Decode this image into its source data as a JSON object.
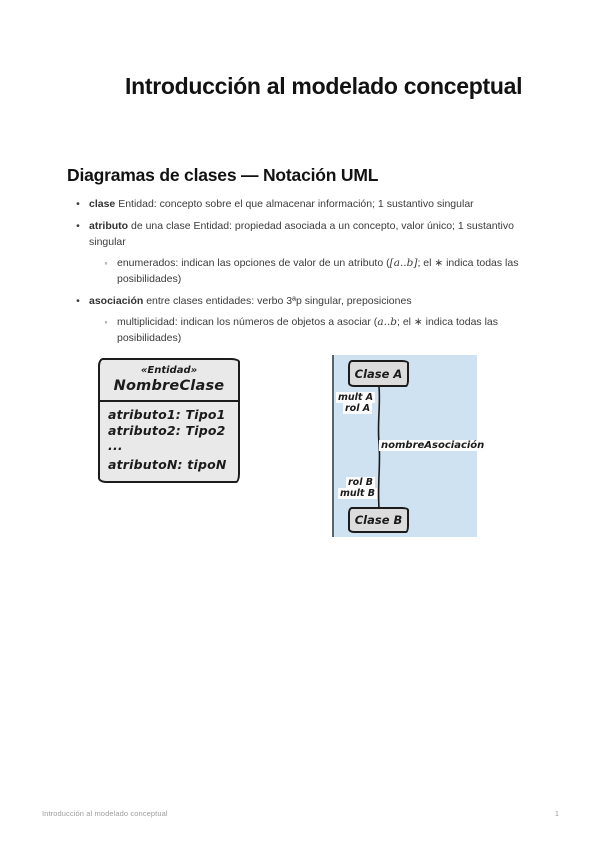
{
  "title": "Introducción al modelado conceptual",
  "section": {
    "heading": "Diagramas de clases — Notación UML",
    "bullets": {
      "clase": {
        "lead": "clase",
        "text": " Entidad: concepto sobre el que almacenar información; 1 sustantivo singular"
      },
      "atributo": {
        "lead": "atributo",
        "text": " de una clase Entidad: propiedad asociada a un concepto, valor único; 1 sustantivo singular"
      },
      "enumerados": {
        "pre": "enumerados: indican las opciones de valor de un atributo (",
        "math": "[a..b]",
        "post": "; el ∗ indica todas las posibilidades)"
      },
      "asociacion": {
        "lead": "asociación",
        "text": " entre clases entidades: verbo 3ªp singular, preposiciones"
      },
      "multiplicidad": {
        "pre": "multiplicidad: indican los números de objetos a asociar (",
        "math": "a..b",
        "post": "; el ∗ indica todas las posibilidades)"
      }
    },
    "bullet_marker": "•",
    "sub_bullet_marker": "◦"
  },
  "diagrams": {
    "class_box": {
      "stereotype": "«Entidad»",
      "name": "NombreClase",
      "attributes": [
        "atributo1:  Tipo1",
        "atributo2:  Tipo2",
        "...",
        "atributoN:  tipoN"
      ]
    },
    "association": {
      "class_a": "Clase A",
      "class_b": "Clase B",
      "mult_a": "mult A",
      "rol_a": "rol A",
      "name": "nombreAsociación",
      "rol_b": "rol B",
      "mult_b": "mult B"
    },
    "colors": {
      "panel_blue": "#cfe2f1",
      "class_fill_gray": "#e9e9e9",
      "small_class_gray": "#dcdcdc",
      "ink": "#1b1b1b"
    }
  },
  "footer": {
    "left": "Introducción al modelado conceptual",
    "page_number": "1"
  }
}
